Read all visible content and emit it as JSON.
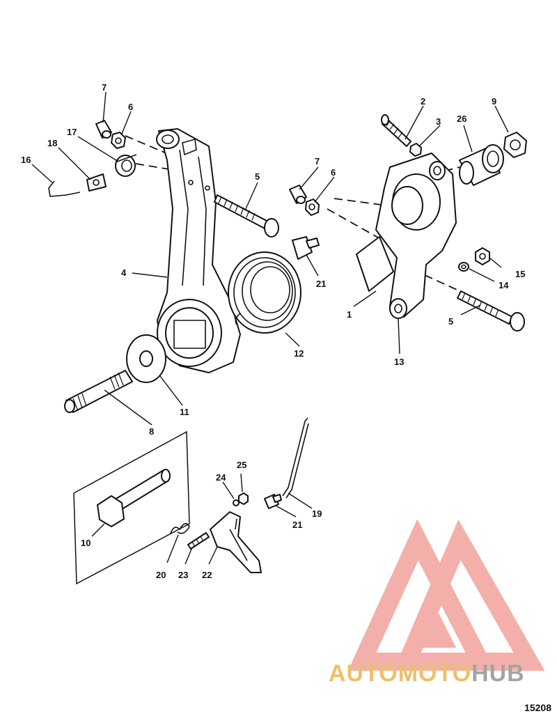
{
  "callouts": {
    "c1": "1",
    "c2": "2",
    "c3": "3",
    "c4": "4",
    "c5a": "5",
    "c5b": "5",
    "c6a": "6",
    "c6b": "6",
    "c7a": "7",
    "c7b": "7",
    "c8": "8",
    "c9": "9",
    "c10": "10",
    "c11": "11",
    "c12": "12",
    "c13": "13",
    "c14": "14",
    "c15": "15",
    "c16": "16",
    "c17": "17",
    "c18": "18",
    "c19": "19",
    "c20": "20",
    "c21a": "21",
    "c21b": "21",
    "c22": "22",
    "c23": "23",
    "c24": "24",
    "c25": "25",
    "c26": "26"
  },
  "figure_number": "15208",
  "watermark": {
    "part1": "AUTOMOTO",
    "part2": "HUB",
    "color_primary": "#F2A7A0",
    "color_secondary": "#EDB95A",
    "color_text_dark": "#9A9A9A"
  }
}
